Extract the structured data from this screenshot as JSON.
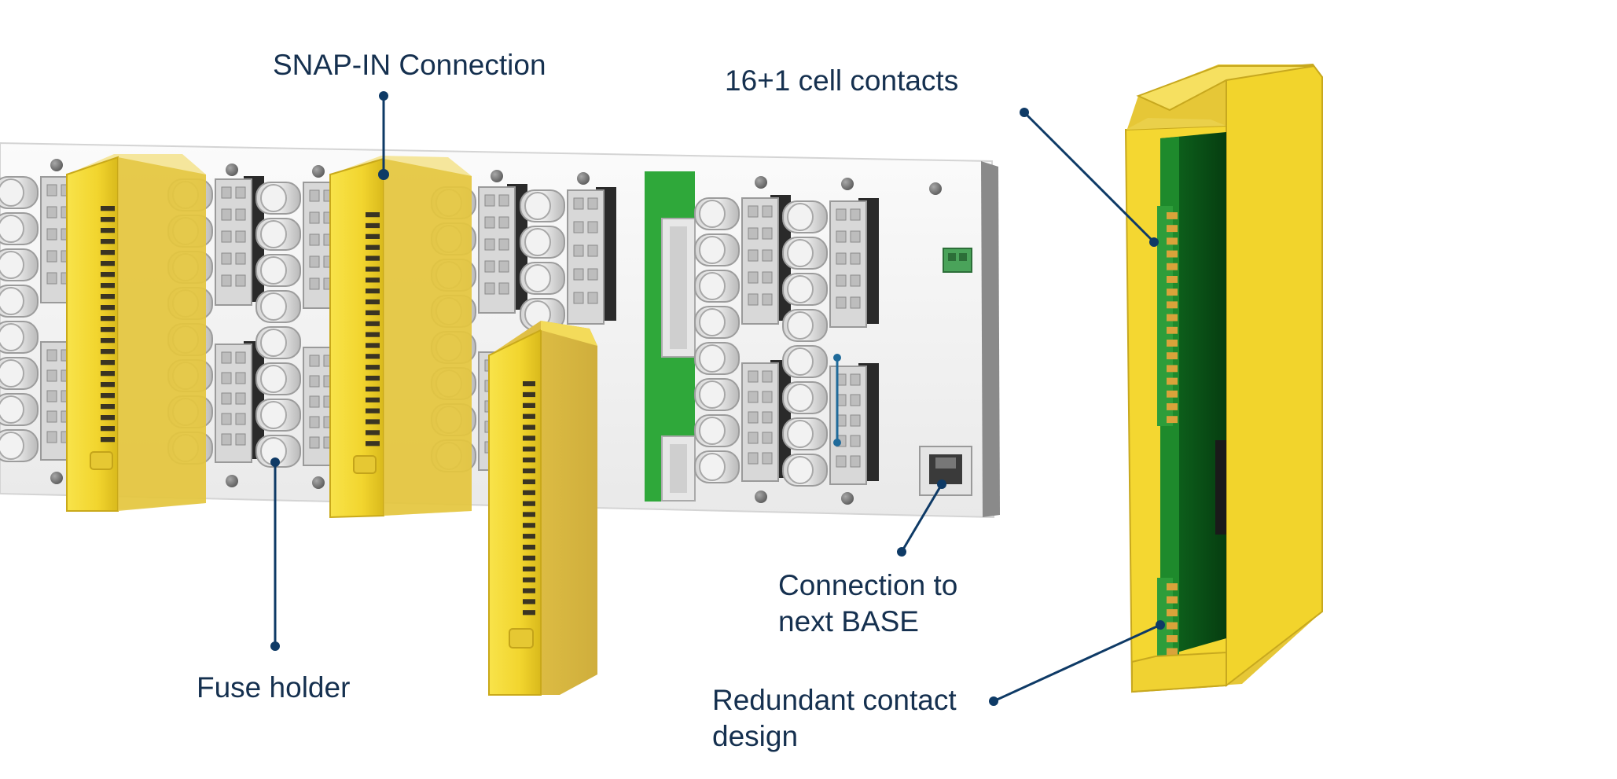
{
  "labels": {
    "snap_in": "SNAP-IN Connection",
    "cell_contacts": "16+1 cell contacts",
    "fuse_holder": "Fuse holder",
    "next_base_line1": "Connection to",
    "next_base_line2": "next BASE",
    "redundant_line1": "Redundant contact",
    "redundant_line2": "design"
  },
  "colors": {
    "label_text": "#15304f",
    "leader_line": "#0e3a66",
    "module_yellow": "#f6dc3a",
    "pcb_green": "#1e8a2c",
    "board_white": "#f7f7f7"
  }
}
